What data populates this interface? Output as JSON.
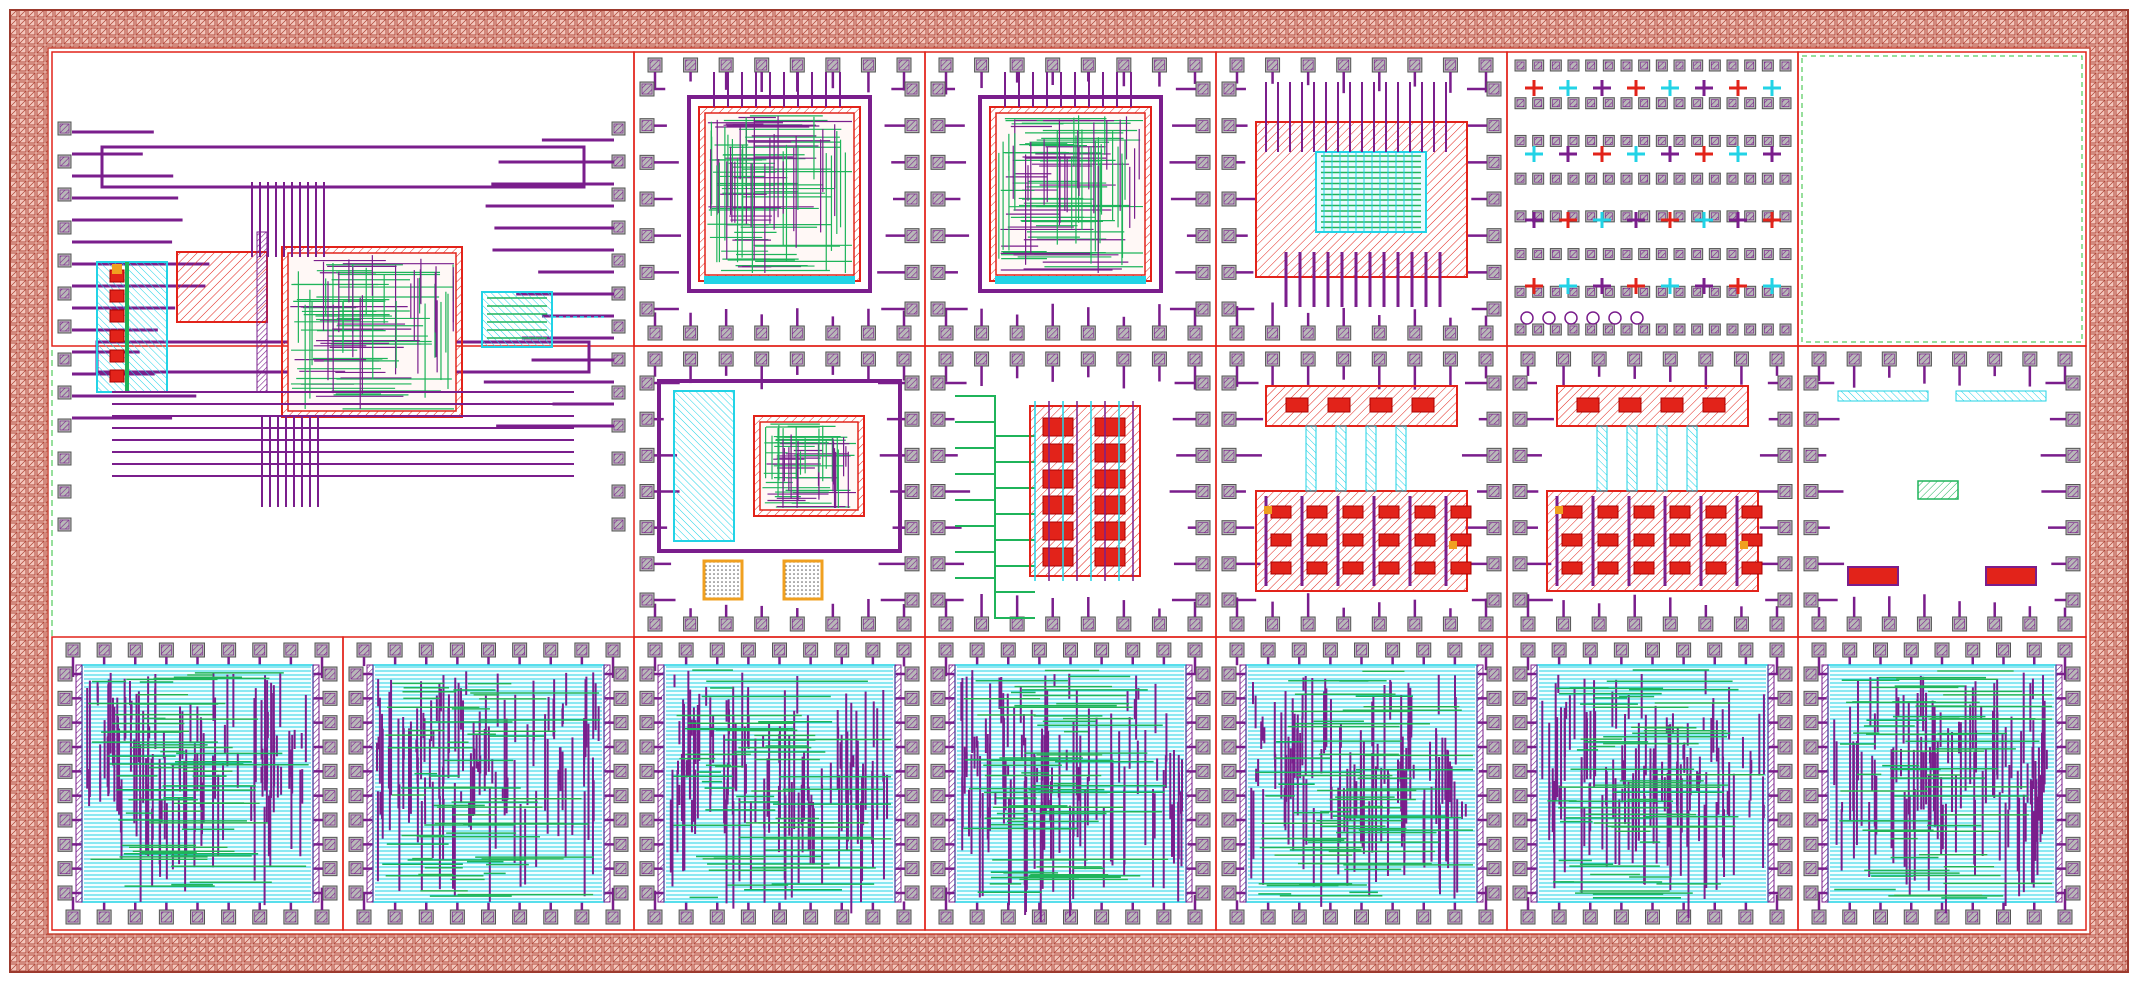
{
  "colors": {
    "background": "#ffffff",
    "seal_ring_fill": "#e8a89a",
    "seal_ring_hatch": "#9c3a2e",
    "tile_border": "#e2231a",
    "dashed_outline": "#2fbf3a",
    "metal1_purple": "#7a1e8c",
    "metal2_green": "#1fb45a",
    "metal3_cyan": "#22d3e6",
    "poly_red": "#e2231a",
    "pad_gray": "#8c8c8c",
    "pad_orange": "#f0a020"
  },
  "tiles": [
    {
      "row": 0,
      "col": 0,
      "colspan": 2,
      "kind": "mixed_analog"
    },
    {
      "row": 0,
      "col": 2,
      "kind": "dense_block"
    },
    {
      "row": 0,
      "col": 3,
      "kind": "dense_block"
    },
    {
      "row": 0,
      "col": 4,
      "kind": "array_block"
    },
    {
      "row": 0,
      "col": 5,
      "kind": "pad_grid"
    },
    {
      "row": 0,
      "col": 6,
      "kind": "empty"
    },
    {
      "row": 1,
      "col": 2,
      "kind": "dense_block_caps"
    },
    {
      "row": 1,
      "col": 3,
      "kind": "transistor_array"
    },
    {
      "row": 1,
      "col": 4,
      "kind": "diff_pairs"
    },
    {
      "row": 1,
      "col": 5,
      "kind": "diff_pairs"
    },
    {
      "row": 1,
      "col": 6,
      "kind": "sparse_ring"
    },
    {
      "row": 2,
      "col": 0,
      "kind": "digital_core"
    },
    {
      "row": 2,
      "col": 1,
      "kind": "digital_core"
    },
    {
      "row": 2,
      "col": 2,
      "kind": "digital_core"
    },
    {
      "row": 2,
      "col": 3,
      "kind": "digital_core"
    },
    {
      "row": 2,
      "col": 4,
      "kind": "digital_core"
    },
    {
      "row": 2,
      "col": 5,
      "kind": "digital_core"
    },
    {
      "row": 2,
      "col": 6,
      "kind": "digital_core"
    }
  ]
}
